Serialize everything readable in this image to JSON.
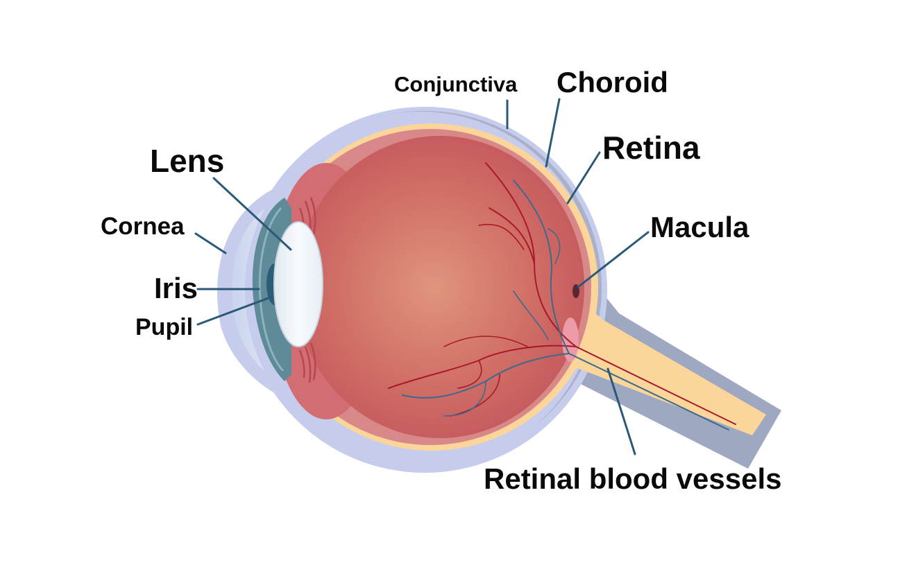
{
  "labels": {
    "conjunctiva": "Conjunctiva",
    "choroid": "Choroid",
    "retina": "Retina",
    "lens": "Lens",
    "cornea": "Cornea",
    "macula": "Macula",
    "iris": "Iris",
    "pupil": "Pupil",
    "retinal_blood_vessels": "Retinal blood vessels"
  },
  "colors": {
    "outer_layer": "#c6cdec",
    "optic_nerve_sheath": "#9ea8c0",
    "choroid_band": "#fbd59a",
    "retina_rim": "#d88888",
    "vitreous_center": "#e0957d",
    "vitreous_edge": "#c2525a",
    "lens": "#f2f6fb",
    "iris": "#5f8a98",
    "pupil": "#2a5d76",
    "blood_vessel_red": "#a8182a",
    "blood_vessel_blue": "#3b6a8c",
    "leader_line": "#2a5878",
    "label_text": "#0a0a0a"
  }
}
